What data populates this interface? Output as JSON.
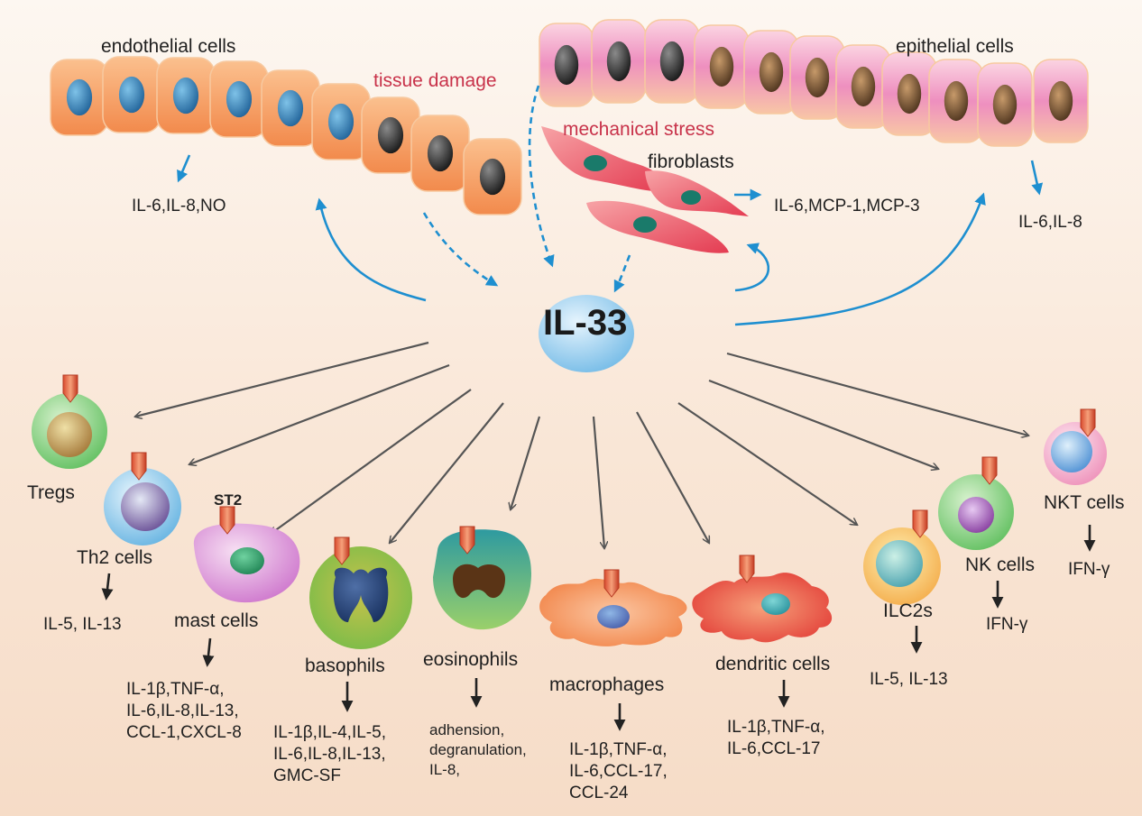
{
  "center": {
    "label": "IL-33"
  },
  "sources": {
    "endothelial": {
      "label": "endothelial cells",
      "products": "IL-6,IL-8,NO"
    },
    "epithelial": {
      "label": "epithelial cells",
      "products": "IL-6,IL-8"
    },
    "fibroblasts": {
      "label": "fibroblasts",
      "products": "IL-6,MCP-1,MCP-3"
    },
    "triggers": {
      "tissue_damage": "tissue damage",
      "mechanical_stress": "mechanical stress"
    }
  },
  "receptor": {
    "label": "ST2"
  },
  "targets": {
    "tregs": {
      "label": "Tregs"
    },
    "th2": {
      "label": "Th2 cells",
      "products": "IL-5, IL-13"
    },
    "mast": {
      "label": "mast cells",
      "products": "IL-1β,TNF-α,\nIL-6,IL-8,IL-13,\nCCL-1,CXCL-8"
    },
    "basophils": {
      "label": "basophils",
      "products": "IL-1β,IL-4,IL-5,\nIL-6,IL-8,IL-13,\nGMC-SF"
    },
    "eosinophils": {
      "label": "eosinophils",
      "products": "adhension,\ndegranulation,\nIL-8,"
    },
    "macrophages": {
      "label": "macrophages",
      "products": "IL-1β,TNF-α,\nIL-6,CCL-17,\nCCL-24"
    },
    "dendritic": {
      "label": "dendritic cells",
      "products": "IL-1β,TNF-α,\nIL-6,CCL-17"
    },
    "ilc2s": {
      "label": "ILC2s",
      "products": "IL-5, IL-13"
    },
    "nk": {
      "label": "NK cells",
      "products": "IFN-γ"
    },
    "nkt": {
      "label": "NKT cells",
      "products": "IFN-γ"
    }
  },
  "colors": {
    "blue_arrow": "#1e8fd0",
    "gray_arrow": "#555555",
    "endothelial": "#f6a06a",
    "epithelial": "#ee8fbf",
    "fibroblast": "#ec4a5a",
    "trigger_text": "#c8324a"
  }
}
